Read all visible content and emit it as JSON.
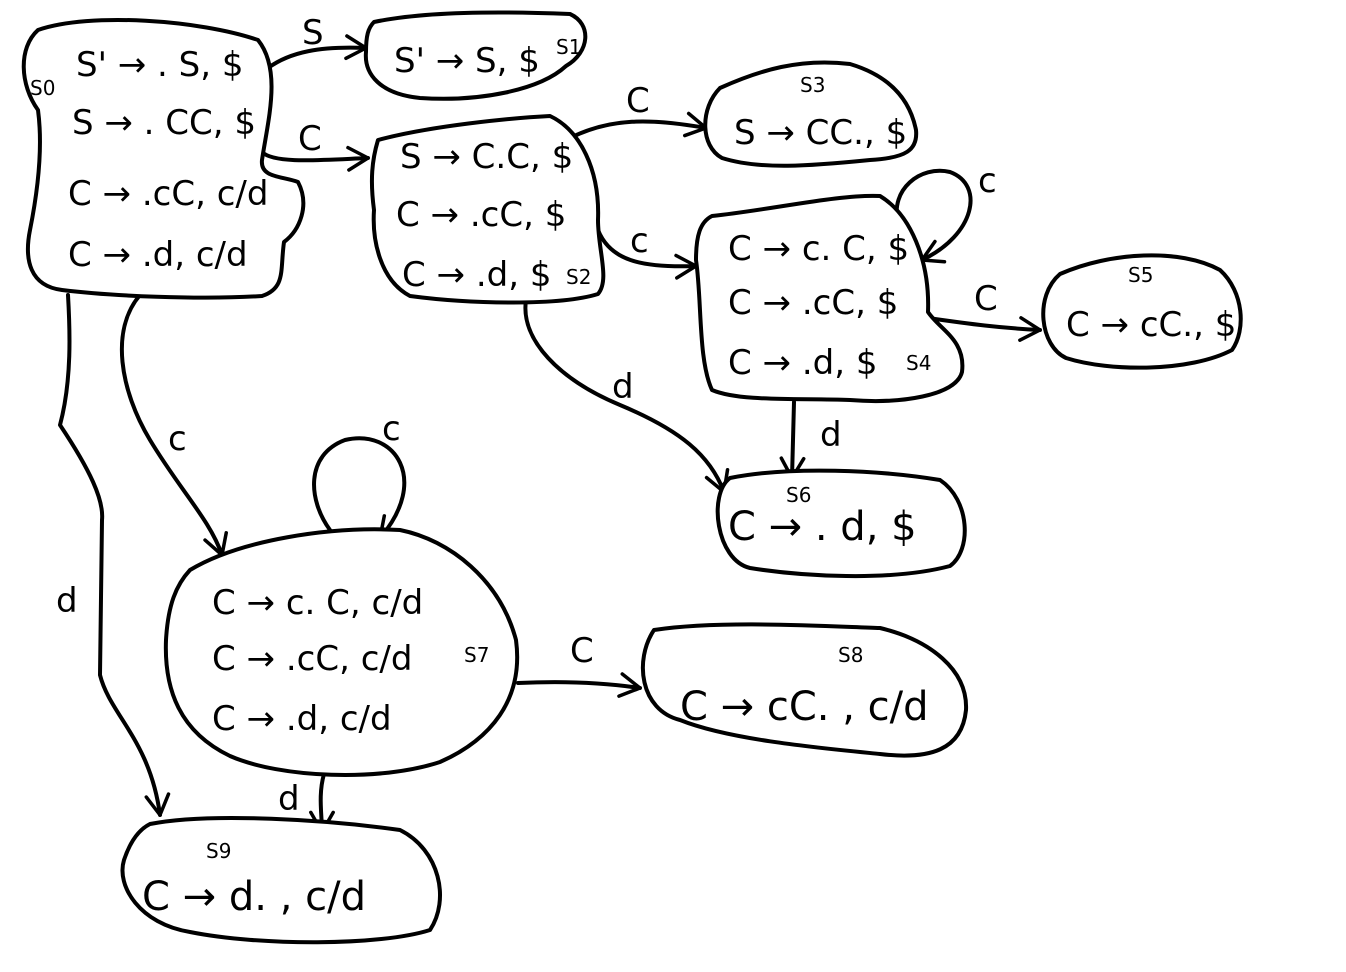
{
  "states": {
    "s0": {
      "id": "S0",
      "items": [
        "S' → . S, $",
        "S → . CC, $",
        "C → .cC, c/d",
        "C → .d, c/d"
      ]
    },
    "s1": {
      "id": "S1",
      "items": [
        "S' → S, $"
      ]
    },
    "s2": {
      "id": "S2",
      "items": [
        "S → C.C, $",
        "C → .cC, $",
        "C → .d, $"
      ]
    },
    "s3": {
      "id": "S3",
      "items": [
        "S → CC., $"
      ]
    },
    "s4": {
      "id": "S4",
      "items": [
        "C → c. C, $",
        "C → .cC, $",
        "C → .d, $"
      ]
    },
    "s5": {
      "id": "S5",
      "items": [
        "C → cC., $"
      ]
    },
    "s6": {
      "id": "S6",
      "items": [
        "C → . d, $"
      ]
    },
    "s7": {
      "id": "S7",
      "items": [
        "C → c. C, c/d",
        "C → .cC, c/d",
        "C → .d, c/d"
      ]
    },
    "s8": {
      "id": "S8",
      "items": [
        "C → cC. , c/d"
      ]
    },
    "s9": {
      "id": "S9",
      "items": [
        "C → d. , c/d"
      ]
    }
  },
  "edges": {
    "s0_s1": "S",
    "s0_s2": "C",
    "s0_s7": "c",
    "s0_s9": "d",
    "s2_s3": "C",
    "s2_s4": "c",
    "s2_s6": "d",
    "s4_s4": "c",
    "s4_s5": "C",
    "s4_s6": "d",
    "s7_s7": "c",
    "s7_s8": "C",
    "s7_s9": "d"
  }
}
